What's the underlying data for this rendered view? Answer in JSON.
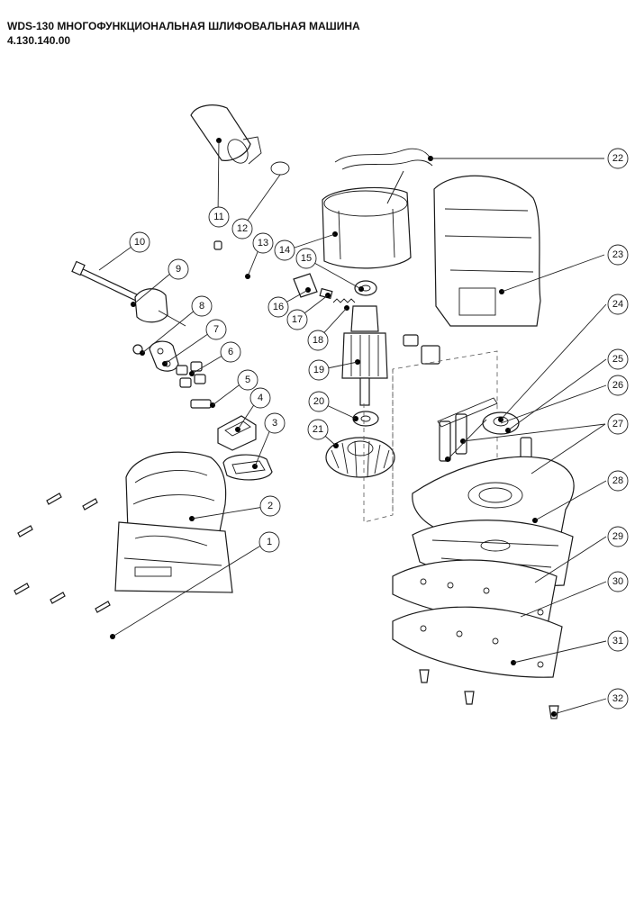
{
  "header": {
    "title": "WDS-130 МНОГОФУНКЦИОНАЛЬНАЯ ШЛИФОВАЛЬНАЯ МАШИНА",
    "code": "4.130.140.00"
  },
  "callouts": [
    "1",
    "2",
    "3",
    "4",
    "5",
    "6",
    "7",
    "8",
    "9",
    "10",
    "11",
    "12",
    "13",
    "14",
    "15",
    "16",
    "17",
    "18",
    "19",
    "20",
    "21",
    "22",
    "23",
    "24",
    "25",
    "26",
    "27",
    "28",
    "29",
    "30",
    "31",
    "32"
  ]
}
